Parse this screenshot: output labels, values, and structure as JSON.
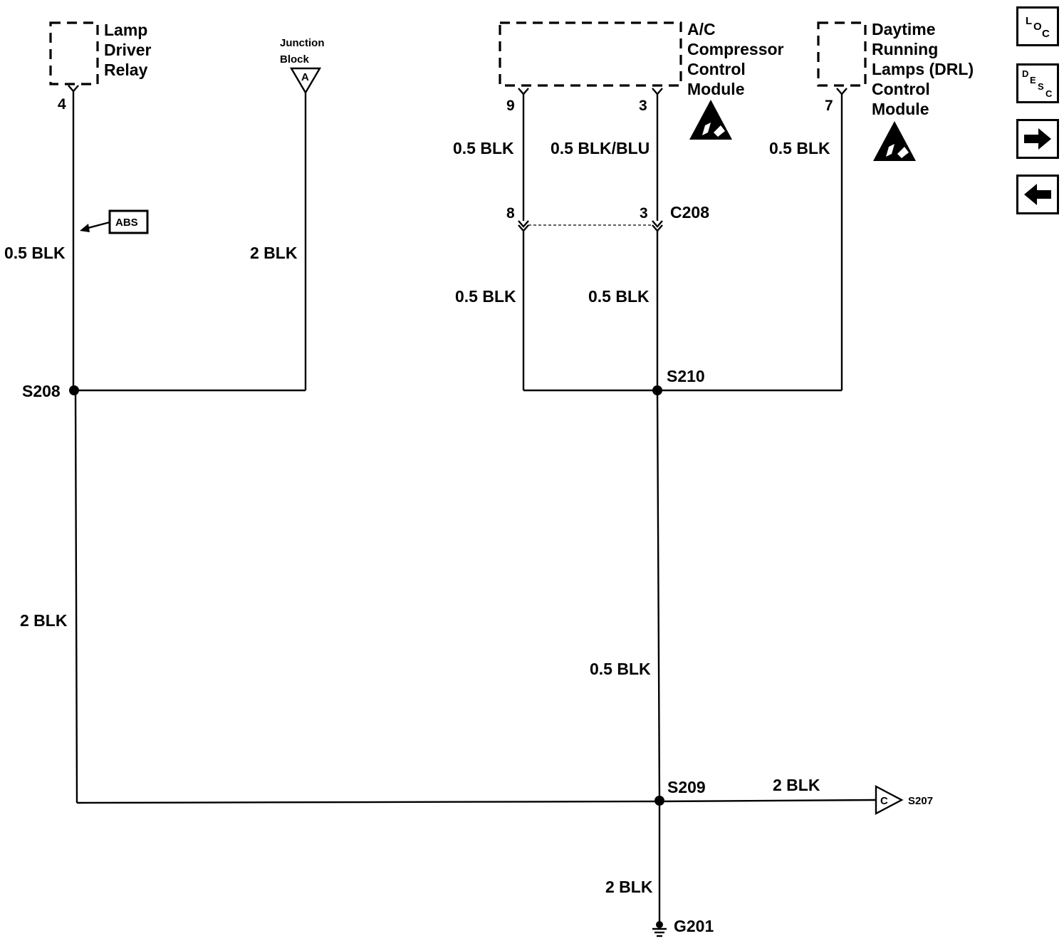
{
  "components": {
    "lamp_driver_relay": {
      "line1": "Lamp",
      "line2": "Driver",
      "line3": "Relay",
      "pin": "4"
    },
    "junction_block": {
      "line1": "Junction",
      "line2": "Block",
      "connector": "A"
    },
    "ac_module": {
      "line1": "A/C",
      "line2": "Compressor",
      "line3": "Control",
      "line4": "Module",
      "pin_left": "9",
      "pin_right": "3"
    },
    "drl_module": {
      "line1": "Daytime",
      "line2": "Running",
      "line3": "Lamps (DRL)",
      "line4": "Control",
      "line5": "Module",
      "pin": "7"
    }
  },
  "wires": {
    "w_relay": "0.5 BLK",
    "w_junction": "2 BLK",
    "w_ac9_upper": "0.5 BLK",
    "w_ac3_upper": "0.5 BLK/BLU",
    "w_drl": "0.5 BLK",
    "w_ac8_lower": "0.5 BLK",
    "w_ac3_lower": "0.5 BLK",
    "w_left_vertical": "2 BLK",
    "w_center_vertical": "0.5 BLK",
    "w_to_s207": "2 BLK",
    "w_to_ground": "2 BLK"
  },
  "connector_c208": {
    "name": "C208",
    "pin_left": "8",
    "pin_right": "3"
  },
  "splices": {
    "s208": "S208",
    "s210": "S210",
    "s209": "S209"
  },
  "abs_tag": "ABS",
  "offpage": {
    "letter": "C",
    "label": "S207"
  },
  "ground": "G201",
  "nav": {
    "loc": {
      "a": "L",
      "b": "O",
      "c": "C"
    },
    "desc": {
      "a": "D",
      "b": "E",
      "c": "S",
      "d": "C"
    }
  }
}
